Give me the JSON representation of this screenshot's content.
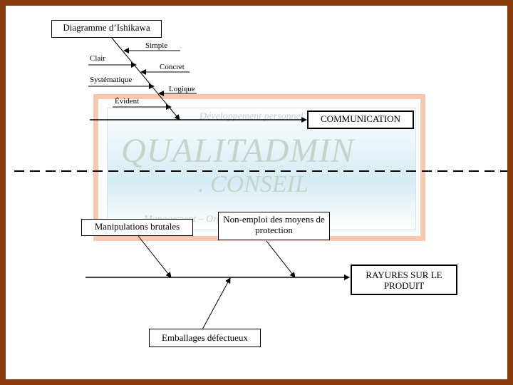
{
  "diagram_title": "Diagramme d’Ishikawa",
  "upper_diagram": {
    "effect": "COMMUNICATION",
    "causes": [
      "Simple",
      "Clair",
      "Concret",
      "Systématique",
      "Logique",
      "Évident"
    ]
  },
  "lower_diagram": {
    "effect": "RAYURES SUR LE PRODUIT",
    "causes": [
      "Manipulations brutales",
      "Non-emploi des moyens de protection",
      "Emballages défectueux"
    ]
  },
  "watermark": {
    "top_line": "Développement personnel",
    "logo_line1": "QUALITADMIN",
    "logo_line2": ". CONSEIL",
    "bottom_line": "Management – Organisation du travail"
  }
}
